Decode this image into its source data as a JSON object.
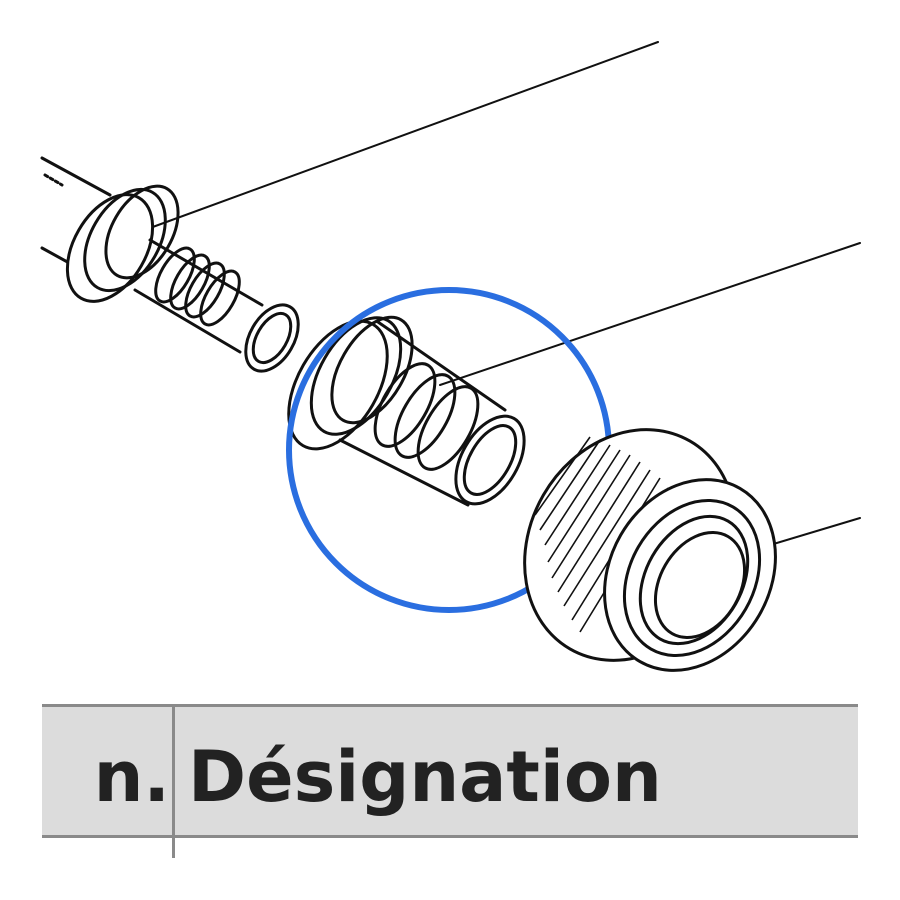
{
  "figure": {
    "parts": [
      "pipe-with-insert",
      "press-fitting-body",
      "knurled-nut"
    ],
    "highlight_color": "#2a6ee0",
    "line_color": "#111111"
  },
  "table": {
    "header_bg": "#dcdcdc",
    "columns": [
      {
        "label": "n."
      },
      {
        "label": "Désignation"
      }
    ]
  }
}
